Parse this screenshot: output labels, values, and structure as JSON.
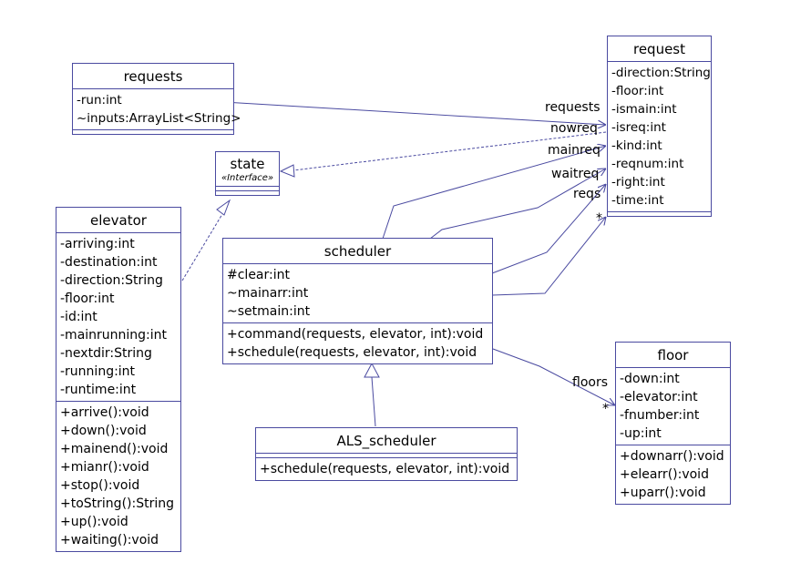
{
  "classes": {
    "requests": {
      "name": "requests",
      "attributes": [
        "-run:int",
        "~inputs:ArrayList<String>"
      ],
      "operations": []
    },
    "state": {
      "name": "state",
      "stereotype": "«Interface»",
      "attributes": [],
      "operations": []
    },
    "request": {
      "name": "request",
      "attributes": [
        "-direction:String",
        "-floor:int",
        "-ismain:int",
        "-isreq:int",
        "-kind:int",
        "-reqnum:int",
        "-right:int",
        "-time:int"
      ],
      "operations": []
    },
    "elevator": {
      "name": "elevator",
      "attributes": [
        "-arriving:int",
        "-destination:int",
        "-direction:String",
        "-floor:int",
        "-id:int",
        "-mainrunning:int",
        "-nextdir:String",
        "-running:int",
        "-runtime:int"
      ],
      "operations": [
        "+arrive():void",
        "+down():void",
        "+mainend():void",
        "+mianr():void",
        "+stop():void",
        "+toString():String",
        "+up():void",
        "+waiting():void"
      ]
    },
    "scheduler": {
      "name": "scheduler",
      "attributes": [
        "#clear:int",
        "~mainarr:int",
        "~setmain:int"
      ],
      "operations": [
        "+command(requests, elevator, int):void",
        "+schedule(requests, elevator, int):void"
      ]
    },
    "floor": {
      "name": "floor",
      "attributes": [
        "-down:int",
        "-elevator:int",
        "-fnumber:int",
        "-up:int"
      ],
      "operations": [
        "+downarr():void",
        "+elearr():void",
        "+uparr():void"
      ]
    },
    "als_scheduler": {
      "name": "ALS_scheduler",
      "attributes": [],
      "operations": [
        "+schedule(requests, elevator, int):void"
      ]
    }
  },
  "associations": {
    "requests_label": "requests",
    "nowreq_label": "nowreq",
    "mainreq_label": "mainreq",
    "waitreq_label": "waitreq",
    "reqs_label": "reqs",
    "reqs_mult": "*",
    "floors_label": "floors",
    "floors_mult": "*"
  },
  "colors": {
    "line": "#4a4aa0",
    "border": "#4a4aa0"
  }
}
